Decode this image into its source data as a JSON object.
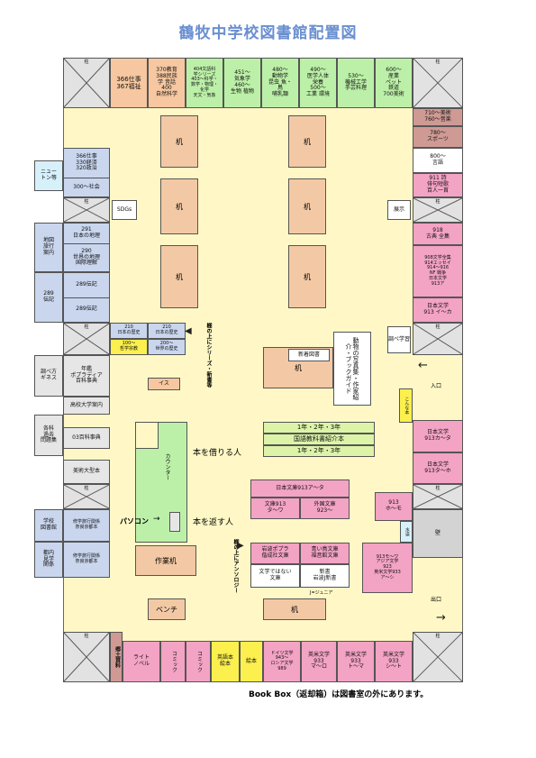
{
  "title": "鶴牧中学校図書館配置図",
  "pillar": "柱",
  "top_shelves": [
    {
      "lines": [
        "366仕事",
        "367福祉"
      ]
    },
    {
      "lines": [
        "370教育",
        "388民族",
        "学 昔話",
        "400",
        "自然科学"
      ]
    },
    {
      "lines": [
        "404文語科",
        "学シリーズ",
        "403～科学・",
        "数学・物理・",
        "化学",
        "天文・気象"
      ]
    },
    {
      "lines": [
        "451～",
        "気象学",
        "460～",
        "生物 植物"
      ]
    },
    {
      "lines": [
        "480～",
        "動物学",
        "昆虫 魚・",
        "鳥",
        "哺乳類"
      ]
    },
    {
      "lines": [
        "490～",
        "医学人体",
        "栄養",
        "500～",
        "工業 環境"
      ]
    },
    {
      "lines": [
        "530～",
        "機械工学",
        "手芸料理"
      ]
    },
    {
      "lines": [
        "600～",
        "産業",
        "ペット",
        "鉄道",
        "700美術"
      ]
    }
  ],
  "right_shelves": {
    "a": [
      "710～美術",
      "760～音楽"
    ],
    "b": [
      "780～",
      "スポーツ"
    ],
    "c": [
      "800～",
      "言語"
    ],
    "d": [
      "911 詩",
      "俳句短歌",
      "百人一首"
    ],
    "e": [
      "918",
      "古典 全集"
    ],
    "f": [
      "908文学全集",
      "914エッセイ",
      "914～916",
      "NF 戦争",
      "日本文学",
      "913ア"
    ],
    "g": [
      "日本文学",
      "913 イ～カ"
    ]
  },
  "right_labels": {
    "tenji": "展示",
    "shirabe": "調べ学習",
    "konna": "こんな本",
    "entrance": "入口",
    "exit": "出口",
    "wall": "壁",
    "water": "水道"
  },
  "right_lower": {
    "a": [
      "日本文学",
      "913カ～タ"
    ],
    "b": [
      "日本文学",
      "913タ～ホ"
    ],
    "c": [
      "913",
      "ホ～モ"
    ]
  },
  "left_shelves": {
    "newton": [
      "ニュー",
      "トン等"
    ],
    "stack1": [
      "366仕事",
      "330経済",
      "320政治"
    ],
    "stack1b": "300～社会",
    "chizu": [
      "地図",
      "旅行",
      "案内"
    ],
    "geo1": [
      "291",
      "日本の地理"
    ],
    "geo2": [
      "290",
      "世界の地理",
      "国際理解"
    ],
    "den289": [
      "289",
      "伝記"
    ],
    "den_a": "289伝記",
    "den_b": "289伝記",
    "hist": [
      "210",
      "日本の歴史"
    ],
    "hist2": [
      "210",
      "日本の歴史"
    ],
    "rel": [
      "100～",
      "哲学宗教"
    ],
    "world": [
      "200～",
      "世界の歴史"
    ],
    "shirabe": [
      "調べ方",
      "ギネス"
    ],
    "nenkan": [
      "年鑑",
      "ポプラディア",
      "百科事典"
    ],
    "koukou": "高校大学案内",
    "kakuka": [
      "各科",
      "過去",
      "問題集"
    ],
    "hyakka": "03百科事典",
    "bijutsu": "美術大型本",
    "gakkou": [
      "学校",
      "図書館"
    ],
    "shugaku1": [
      "修学旅行関係",
      "奈良京都本"
    ],
    "tonai": [
      "都内",
      "見学",
      "関係"
    ],
    "shugaku2": [
      "修学旅行関係",
      "奈良京都本"
    ]
  },
  "labels": {
    "desk": "机",
    "sdgs": "SDGs",
    "isu": "イス",
    "counter": "カウンター",
    "pc": "パソコン",
    "sakuhin": "作業机",
    "bench": "ベンチ",
    "kariru": "本を借りる人",
    "kaesu": "本を返す人",
    "series_note": "棚の上にシリーズ・新書等",
    "antho_note": "棚の上にアンソロジー",
    "shinchaku": "新着図書",
    "doubutsu": "動物の写真集・作家紹介・ブックガイド",
    "grade_a": "1年・2年・3年",
    "kokugo": "国語教科書紹介本",
    "grade_b": "1年・2年・3年",
    "bunko_title": "日本文庫913ア～タ",
    "bunko_a": [
      "文庫913",
      "タ～ワ"
    ],
    "gaikoku": [
      "外国文庫",
      "923～"
    ],
    "iwanami": [
      "岩波ポプラ",
      "偕成社文庫"
    ],
    "aoi": [
      "青い鳥文庫",
      "福音館文庫"
    ],
    "bungaku": [
      "文学ではない",
      "文庫"
    ],
    "shinsho": [
      "新書",
      "岩波J新書"
    ],
    "junior": "J=ジュニア",
    "asia": [
      "913モ～ワ",
      "アジア文学",
      "923",
      "英米文学933",
      "ア～シ"
    ]
  },
  "bottom_shelves": {
    "kyodo": "郷土資料",
    "light": [
      "ライト",
      "ノベル"
    ],
    "comic1": "コミック",
    "comic2": "コミック",
    "eigo": [
      "英語本",
      "絵本"
    ],
    "ehon": "絵本",
    "doitsu": [
      "ドイツ文学",
      "943～",
      "ロシア文学",
      "989"
    ],
    "eibei1": [
      "英米文学",
      "933",
      "マ～ロ"
    ],
    "eibei2": [
      "英米文学",
      "933",
      "ト～マ"
    ],
    "eibei3": [
      "英米文学",
      "933",
      "シ～ト"
    ]
  },
  "footer": "Book Box（返却箱）は図書室の外にあります。",
  "colors": {
    "title": "#6a8fd0",
    "floor": "#fff8c6",
    "pink": "#f3a3c4",
    "green": "#bcf0a8"
  }
}
